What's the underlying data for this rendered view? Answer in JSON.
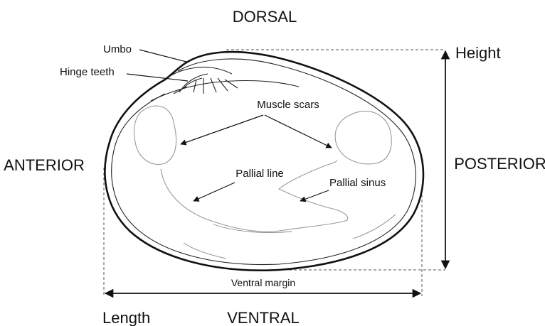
{
  "orientation": {
    "dorsal": "DORSAL",
    "ventral": "VENTRAL",
    "anterior": "ANTERIOR",
    "posterior": "POSTERIOR"
  },
  "labels": {
    "umbo": "Umbo",
    "hinge_teeth": "Hinge teeth",
    "muscle_scars": "Muscle scars",
    "pallial_line": "Pallial line",
    "pallial_sinus": "Pallial sinus",
    "ventral_margin": "Ventral margin"
  },
  "dimensions": {
    "height": "Height",
    "length": "Length"
  }
}
